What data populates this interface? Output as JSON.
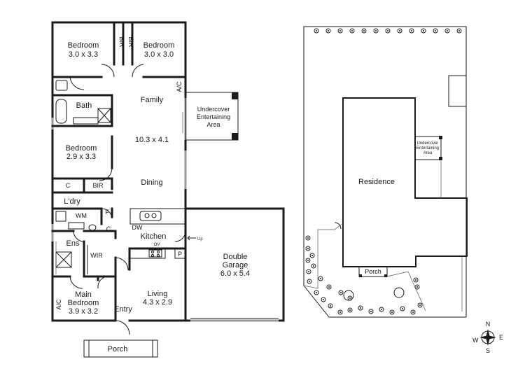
{
  "floor_plan": {
    "rooms": {
      "bedroom_nw": {
        "name": "Bedroom",
        "size": "3.0 x 3.3"
      },
      "bedroom_ne": {
        "name": "Bedroom",
        "size": "3.0 x 3.0"
      },
      "bir_a": "BIR",
      "bir_b": "BIR",
      "ac_family": "A/C",
      "bath": "Bath",
      "family": "Family",
      "family_size": "10.3 x 4.1",
      "bedroom_mid": {
        "name": "Bedroom",
        "size": "2.9 x 3.3"
      },
      "dining": "Dining",
      "cupboard_a": "C",
      "bir_c": "BIR",
      "laundry": "L'dry",
      "wm": "WM",
      "fridge": "F",
      "cupboard_b": "C",
      "dw": "DW",
      "kitchen": "Kitchen",
      "ov": "OV",
      "pantry": "P",
      "up": "Up",
      "ensuite": "Ens",
      "wir": "WIR",
      "main_bedroom": {
        "name": "Main",
        "name2": "Bedroom",
        "size": "3.9 x 3.2"
      },
      "ac_main": "A/C",
      "entry": "Entry",
      "living": {
        "name": "Living",
        "size": "4.3 x 2.9"
      },
      "porch": "Porch",
      "undercover": [
        "Undercover",
        "Entertaining",
        "Area"
      ],
      "garage": {
        "name": "Double",
        "name2": "Garage",
        "size": "6.0 x 5.4"
      }
    }
  },
  "site_plan": {
    "residence": "Residence",
    "undercover": [
      "Undercover",
      "Entertaining",
      "Area"
    ],
    "porch": "Porch"
  },
  "compass": {
    "n": "N",
    "e": "E",
    "s": "S",
    "w": "W"
  }
}
